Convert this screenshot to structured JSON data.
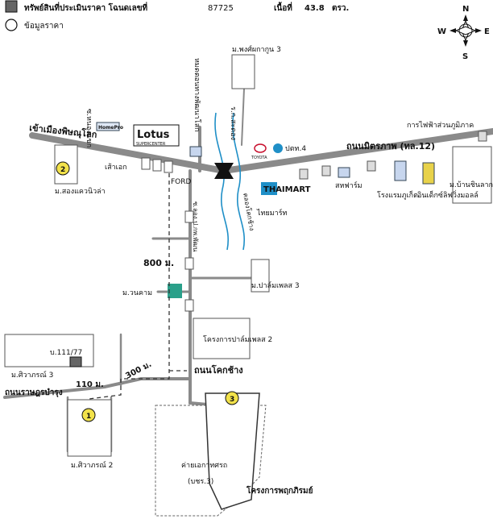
{
  "header": {
    "legend_asset": "ทรัพย์สินที่ประเมินราคา โฉนดเลขที่",
    "deed_no": "87725",
    "area_label": "เนื้อที่",
    "area_value": "43.8",
    "area_unit": "ตรว.",
    "legend_price": "ข้อมูลราคา"
  },
  "compass": {
    "n": "N",
    "s": "S",
    "e": "E",
    "w": "W"
  },
  "roads": {
    "to_phitsanulok": "เข้าเมืองพิษณุโลก",
    "mittraphap": "ถนนมิตรภาพ (ทล.12)",
    "khok_chang": "ถนนโคกช้าง",
    "rat_bamrung": "ถนนราษฎรบำรุง",
    "soi_nongaek": "ซ.หนองแขก",
    "canal_a": "ร.ก.สะดอง",
    "canal_b": "คลองโคกช้าง",
    "side_lane": "ซ.ลอง.ป.กพ.พัฒน",
    "branch_road": "หมดตอนทางพัฒนาโลก"
  },
  "distances": {
    "d800": "800 ม.",
    "d300": "300 ม.",
    "d110": "110 ม."
  },
  "brands": {
    "homepro": "HomePro",
    "lotus": "Lotus",
    "lotus_sub": "SUPERCENTER",
    "toyota": "TOYOTA",
    "ptt": "ปตท.4",
    "thaimart": "ไทยมาร์ท",
    "thaimart_logo": "THAIMART"
  },
  "places": {
    "pongsupakan": "ม.พงศ์ผกากูน 3",
    "songkhwa": "ม.สองแควนิวล่า",
    "saiek": "เส้าเอก",
    "ford": "FORD",
    "electric": "การไฟฟ้าส่วนภูมิภาค",
    "baan_chinlak": "ม.บ้านชินลาก",
    "sahafarm": "สหฟาร์ม",
    "hotel": "โรงแรมภูเก็ต",
    "index": "อินเด็กซ์ลิฟวิ่งมอลล์",
    "palmpalace3": "ม.ปาล์มเพลส 3",
    "wanaram": "ม.วนคาม",
    "palmpalace2": "โครงการปาล์มเพลส 2",
    "house_no": "บ.111/77",
    "siwaporn3": "ม.ศิวาภรณ์ 3",
    "siwaporn2": "ม.ศิวาภรณ์ 2",
    "camp": "ค่ายเอกาทศรถ",
    "camp_sub": "(บชร.3)",
    "phrukrom": "โครงการพฤกภิรมย์"
  },
  "markers": {
    "m1": "1",
    "m2": "2",
    "m3": "3"
  },
  "colors": {
    "road": "#8a8a8a",
    "canal": "#1f8fc7",
    "marker": "#f2e24a",
    "lotus": "#c8102e"
  }
}
